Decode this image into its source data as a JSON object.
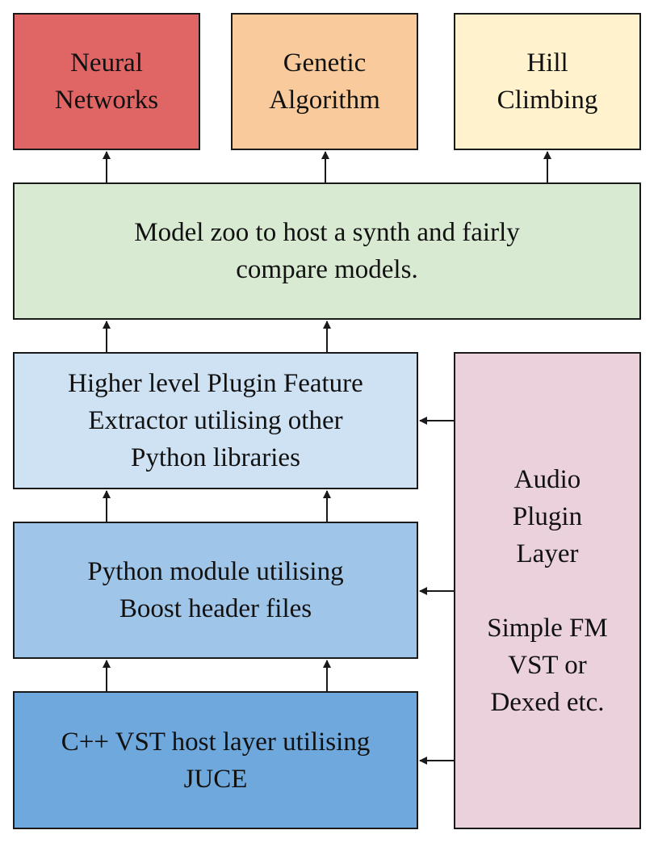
{
  "colors": {
    "neural_networks": "#e06666",
    "genetic_algorithm": "#f9cb9c",
    "hill_climbing": "#fff2cc",
    "model_zoo": "#d9ead3",
    "feature_extractor": "#cfe2f3",
    "python_module": "#9fc5e8",
    "cpp_host": "#6fa8dc",
    "audio_plugin": "#ead1dc",
    "border": "#1a1a1a"
  },
  "boxes": {
    "neural_networks": "Neural\nNetworks",
    "genetic_algorithm": "Genetic\nAlgorithm",
    "hill_climbing": "Hill\nClimbing",
    "model_zoo": "Model zoo to host a synth and fairly\ncompare models.",
    "feature_extractor": "Higher level Plugin Feature\nExtractor utilising other\nPython libraries",
    "python_module": "Python module utilising\nBoost header files",
    "cpp_host": "C++ VST host layer utilising\nJUCE",
    "audio_plugin": "Audio\nPlugin\nLayer\n\nSimple FM\nVST or\nDexed etc."
  }
}
